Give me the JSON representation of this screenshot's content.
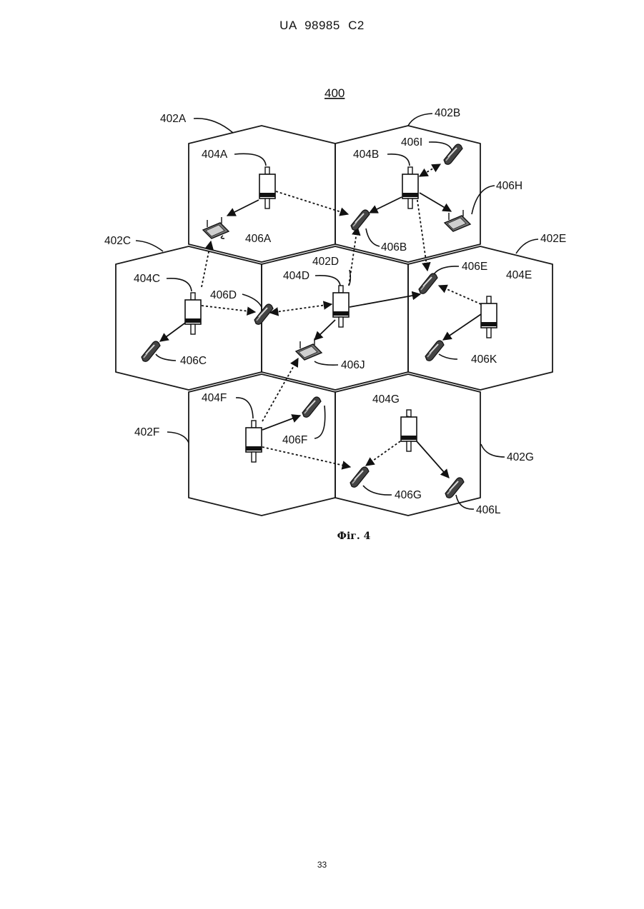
{
  "header": {
    "text": "UA   98985   C2"
  },
  "figure": {
    "title": "400",
    "caption": "Фіг. 4",
    "cells": {
      "402A": "402A",
      "402B": "402B",
      "402C": "402C",
      "402D": "402D",
      "402E": "402E",
      "402F": "402F",
      "402G": "402G"
    },
    "base_stations": {
      "404A": "404A",
      "404B": "404B",
      "404C": "404C",
      "404D": "404D",
      "404E": "404E",
      "404F": "404F",
      "404G": "404G"
    },
    "devices": {
      "406A": "406A",
      "406B": "406B",
      "406C": "406C",
      "406D": "406D",
      "406E": "406E",
      "406F": "406F",
      "406G": "406G",
      "406H": "406H",
      "406I": "406I",
      "406J": "406J",
      "406K": "406K",
      "406L": "406L"
    },
    "link_styles": [
      "solid",
      "dotted"
    ]
  },
  "page_number": "33"
}
